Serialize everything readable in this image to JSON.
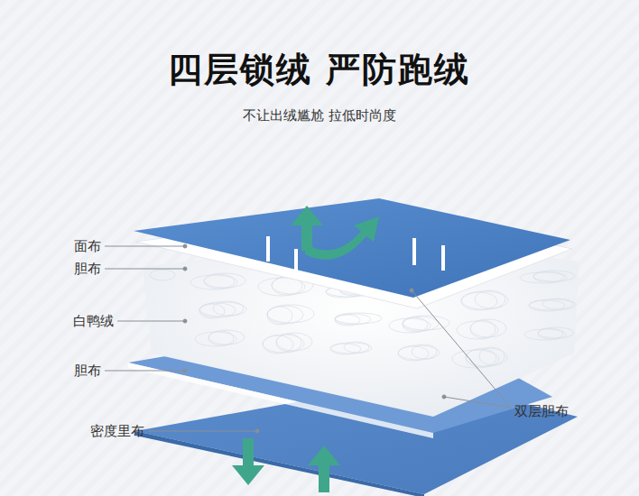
{
  "diagram": {
    "title": "四层锁绒 严防跑绒",
    "labels": [
      "不让出绒尴尬 拉低时尚度",
      "面布",
      "胆布",
      "白鸭绒",
      "胆布",
      "密度里布",
      "双层胆布"
    ]
  }
}
